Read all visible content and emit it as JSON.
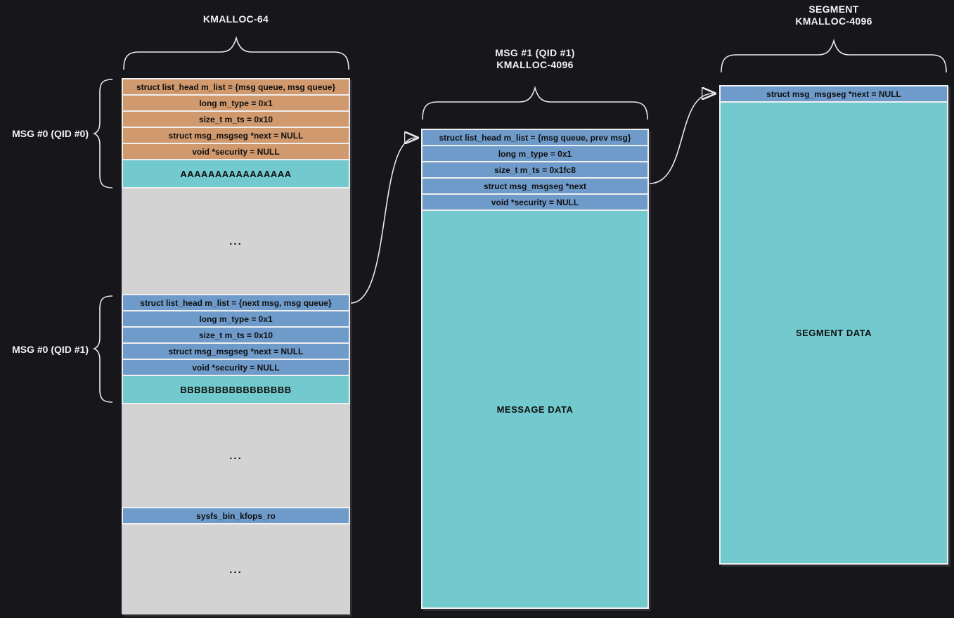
{
  "colors": {
    "background": "#16161b",
    "struct_block_qid0": "#d0996e",
    "struct_block_qid1": "#6f9bcb",
    "data_block": "#72cacf",
    "free_region": "#d3d3d3",
    "line": "#e9e9e9",
    "text_dark": "#101010",
    "text_light": "#f2f2f2"
  },
  "left": {
    "title": "KMALLOC-64",
    "label_qid0": "MSG #0 (QID #0)",
    "label_qid1": "MSG #0 (QID #1)",
    "msg0_qid0": {
      "rows": [
        "struct list_head m_list = {msg queue, msg queue}",
        "long m_type = 0x1",
        "size_t m_ts = 0x10",
        "struct msg_msgseg *next = NULL",
        "void *security = NULL"
      ],
      "data": "AAAAAAAAAAAAAAAA"
    },
    "msg0_qid1": {
      "rows": [
        "struct list_head m_list = {next msg, msg queue}",
        "long m_type = 0x1",
        "size_t m_ts = 0x10",
        "struct msg_msgseg *next = NULL",
        "void *security = NULL"
      ],
      "data": "BBBBBBBBBBBBBBBB"
    },
    "sysfs_row": "sysfs_bin_kfops_ro",
    "dots": "..."
  },
  "middle": {
    "title_line1": "MSG #1 (QID #1)",
    "title_line2": "KMALLOC-4096",
    "rows": [
      "struct list_head m_list = {msg queue, prev msg}",
      "long m_type = 0x1",
      "size_t m_ts = 0x1fc8",
      "struct msg_msgseg *next",
      "void *security = NULL"
    ],
    "data_label": "MESSAGE DATA"
  },
  "right": {
    "title_line1": "SEGMENT",
    "title_line2": "KMALLOC-4096",
    "rows": [
      "struct msg_msgseg *next = NULL"
    ],
    "data_label": "SEGMENT DATA"
  }
}
